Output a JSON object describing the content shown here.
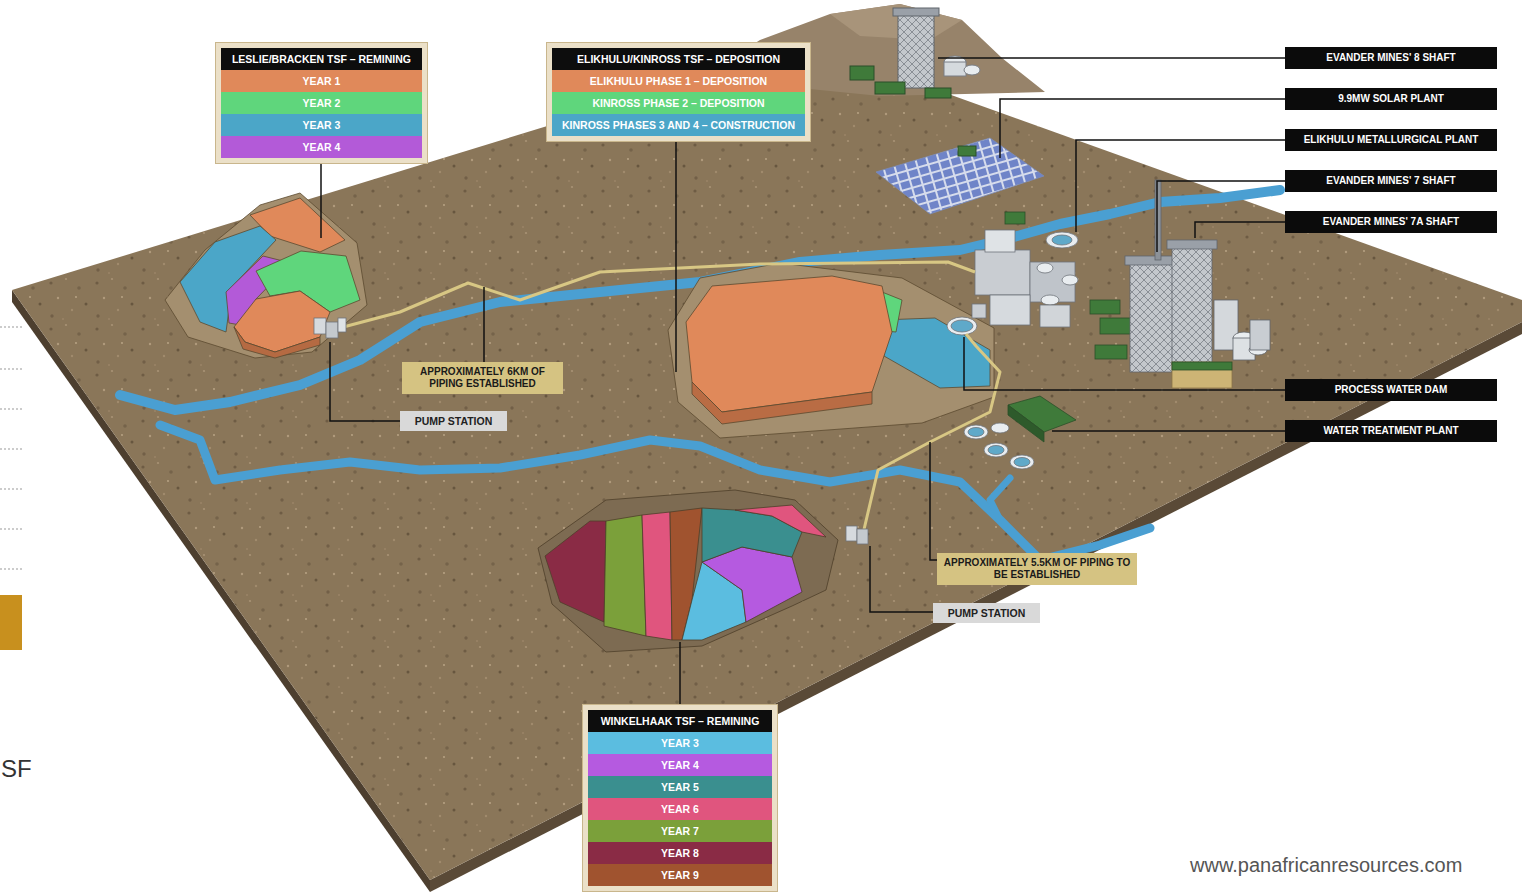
{
  "diagram": {
    "nodes": [
      {
        "text": [
          "LESLIE/BRACKEN TSF – REMINING"
        ]
      },
      {
        "text": [
          "YEAR 1"
        ],
        "in": 0
      },
      {
        "text": [
          "YEAR 2"
        ],
        "in": 0
      },
      {
        "text": [
          "YEAR 3"
        ],
        "in": 0
      },
      {
        "text": [
          "YEAR 4"
        ],
        "in": 0
      },
      {
        "text": [
          "ELIKHULU/KINROSS TSF – DEPOSITION"
        ]
      },
      {
        "text": [
          "ELIKHULU PHASE 1 – DEPOSITION"
        ],
        "in": 5
      },
      {
        "text": [
          "KINROSS PHASE 2 – DEPOSITION"
        ],
        "in": 5
      },
      {
        "text": [
          "KINROSS PHASES 3 AND 4 – CONSTRUCTION"
        ],
        "in": 5
      },
      {
        "text": [
          "EVANDER MINES' 8 SHAFT"
        ]
      },
      {
        "text": [
          "9.9MW SOLAR PLANT"
        ]
      },
      {
        "text": [
          "ELIKHULU METALLURGICAL PLANT"
        ]
      },
      {
        "text": [
          "EVANDER MINES' 7 SHAFT"
        ]
      },
      {
        "text": [
          "EVANDER MINES' 7A SHAFT"
        ]
      },
      {
        "text": [
          "APPROXIMATELY 6KM OF PIPING ESTABLISHED"
        ]
      },
      {
        "text": [
          "PROCESS WATER DAM"
        ]
      },
      {
        "text": [
          "PUMP STATION"
        ]
      },
      {
        "text": [
          "WATER TREATMENT PLANT"
        ]
      },
      {
        "text": [
          "APPROXIMATELY 5.5KM OF PIPING TO BE ESTABLISHED"
        ]
      },
      {
        "text": [
          "PUMP STATION"
        ]
      },
      {
        "text": [
          "WINKELHAAK TSF – REMINING"
        ]
      },
      {
        "text": [
          "YEAR 3"
        ],
        "in": 20
      },
      {
        "text": [
          "YEAR 4"
        ],
        "in": 20
      },
      {
        "text": [
          "YEAR 5"
        ],
        "in": 20
      },
      {
        "text": [
          "YEAR 6"
        ],
        "in": 20
      },
      {
        "text": [
          "YEAR 7"
        ],
        "in": 20
      },
      {
        "text": [
          "YEAR 8"
        ],
        "in": 20
      },
      {
        "text": [
          "YEAR 9"
        ],
        "in": 20
      }
    ],
    "labels": [
      "www.panafricanresources.com",
      "SF"
    ]
  }
}
